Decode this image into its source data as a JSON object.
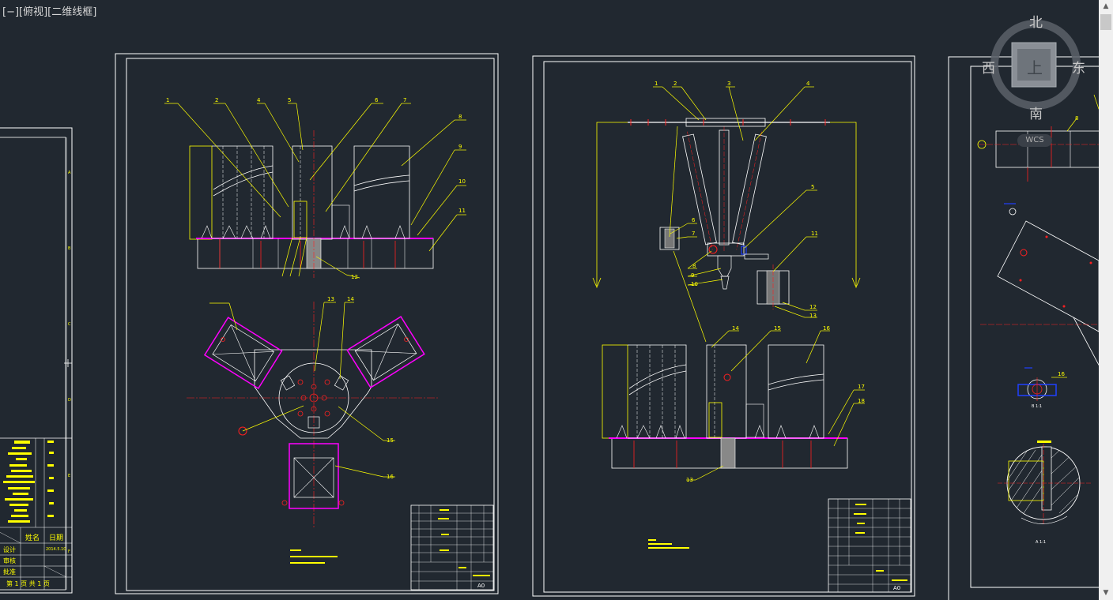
{
  "viewport": {
    "label": "[−][俯视][二维线框]"
  },
  "viewcube": {
    "north": "北",
    "south": "南",
    "east": "东",
    "west": "西",
    "face": "上"
  },
  "wcs": {
    "label": "WCS"
  },
  "sheet1": {
    "title_block": {
      "name_header": "姓名",
      "date_header": "日期",
      "design": "设计",
      "review": "审核",
      "approve": "批准",
      "page_label": "第 1 页   共 1 页"
    },
    "zone_letters": [
      "A",
      "B",
      "C",
      "D",
      "E",
      "F"
    ]
  },
  "sheet2": {
    "callouts_top": [
      "1",
      "2",
      "4",
      "5",
      "6",
      "7",
      "8",
      "9",
      "10",
      "11",
      "12"
    ],
    "callouts_bottom": [
      "13",
      "14",
      "15",
      "16"
    ],
    "size_label": "A0"
  },
  "sheet3": {
    "callouts_top": [
      "1",
      "2",
      "3",
      "4",
      "5",
      "6",
      "7",
      "8",
      "9",
      "10",
      "11",
      "12",
      "13"
    ],
    "callouts_bottom": [
      "14",
      "15",
      "16",
      "17",
      "18",
      "13"
    ],
    "size_label": "A0"
  },
  "sheet4": {
    "callouts": [
      "8",
      "16"
    ],
    "section_labels": [
      "B 1:1",
      "A 1:1"
    ]
  },
  "colors": {
    "background": "#212830",
    "frame": "#ffffff",
    "leader": "#ffff00",
    "part": "#ffffff",
    "centerline": "#ff2020",
    "magenta": "#ff00ff",
    "blue": "#2040ff"
  }
}
